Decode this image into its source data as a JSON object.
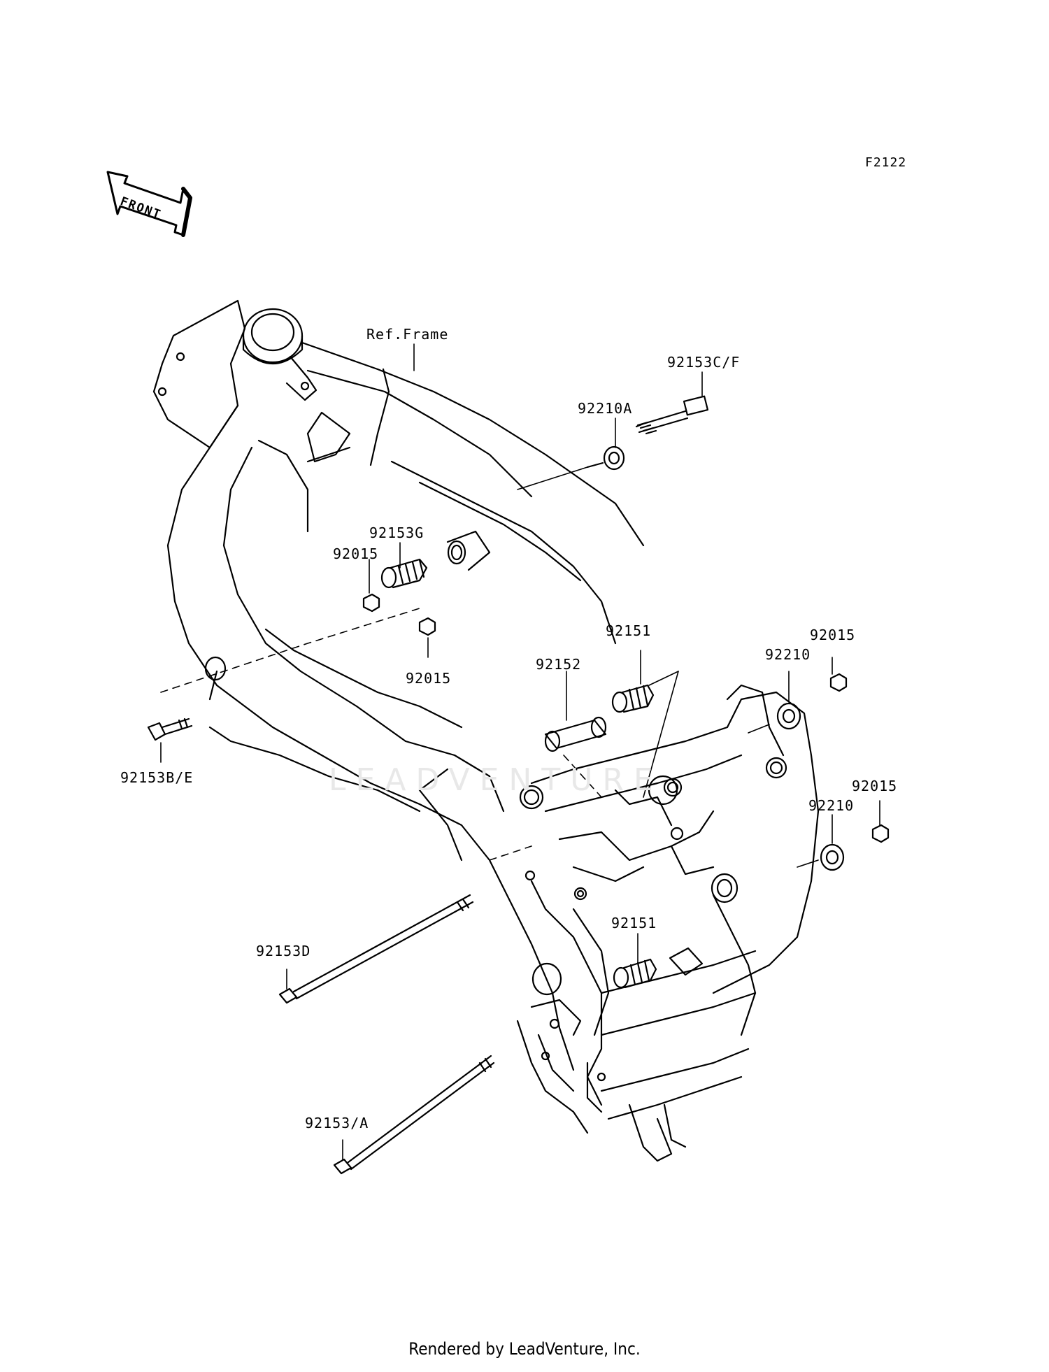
{
  "diagram_code": "F2122",
  "front_arrow_text": "FRONT",
  "labels": {
    "ref_frame": "Ref.Frame",
    "p92153cf": "92153C/F",
    "p92210a": "92210A",
    "p92153g": "92153G",
    "p92015_a": "92015",
    "p92015_b": "92015",
    "p92151_a": "92151",
    "p92152": "92152",
    "p92015_c": "92015",
    "p92210_a": "92210",
    "p92015_d": "92015",
    "p92210_b": "92210",
    "p92153be": "92153B/E",
    "p92153d": "92153D",
    "p92151_b": "92151",
    "p92153a": "92153/A"
  },
  "watermark": "LEADVENTURE",
  "footer": "Rendered by LeadVenture, Inc."
}
